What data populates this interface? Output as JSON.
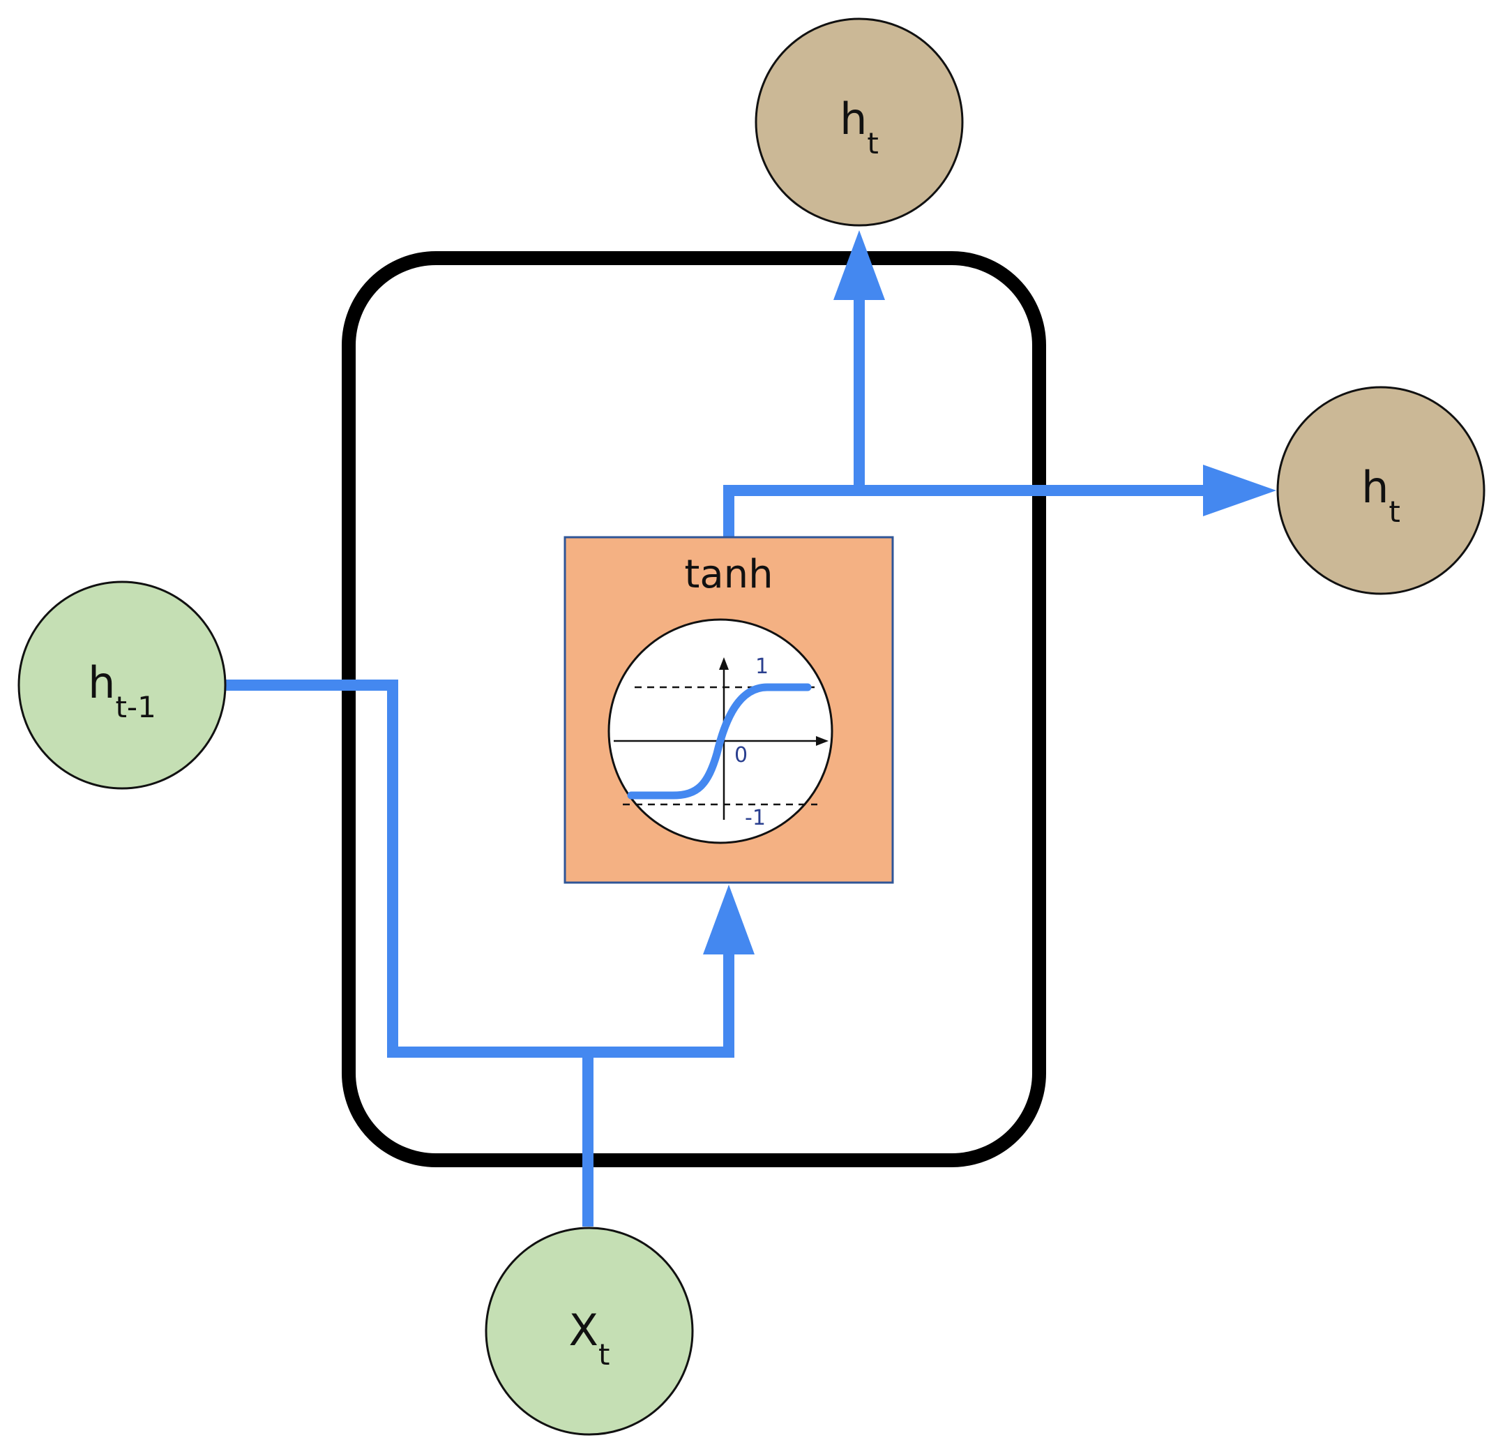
{
  "nodes": {
    "h_prev": {
      "base": "h",
      "sub": "t-1"
    },
    "x_t": {
      "base": "X",
      "sub": "t"
    },
    "h_out_top": {
      "base": "h",
      "sub": "t"
    },
    "h_out_right": {
      "base": "h",
      "sub": "t"
    }
  },
  "activation": {
    "label": "tanh",
    "ticks": {
      "upper": "1",
      "origin": "0",
      "lower": "-1"
    }
  },
  "colors": {
    "input_node": "#c5dfb4",
    "output_node": "#cbb896",
    "arrow": "#4488f0",
    "activation_box": "#f4b183",
    "activation_border": "#2f5597",
    "cell_border": "#000000",
    "curve": "#4488f0"
  }
}
